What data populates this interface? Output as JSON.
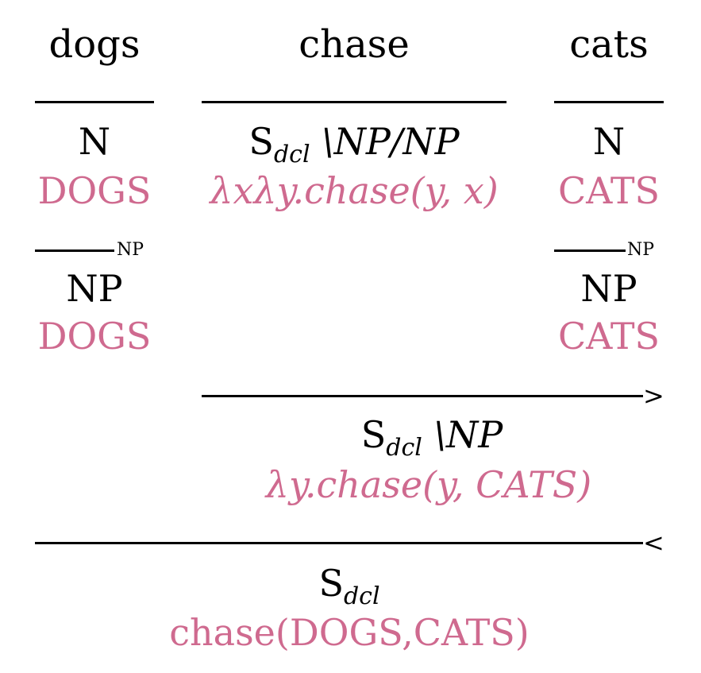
{
  "colors": {
    "semantics": "#cf6a8f",
    "category": "#000000",
    "rule": "#000000"
  },
  "words": {
    "w1": "dogs",
    "w2": "chase",
    "w3": "cats"
  },
  "lex": {
    "dogs": {
      "cat_base": "N",
      "sem": "DOGS"
    },
    "chase": {
      "cat_base": "S",
      "cat_sub": "dcl",
      "cat_rest": " \\NP/NP",
      "sem": "λxλy.chase(y, x)"
    },
    "cats": {
      "cat_base": "N",
      "sem": "CATS"
    }
  },
  "typechange": {
    "label": "NP",
    "dogs": {
      "cat": "NP",
      "sem": "DOGS"
    },
    "cats": {
      "cat": "NP",
      "sem": "CATS"
    }
  },
  "forward": {
    "symbol": ">",
    "cat_base": "S",
    "cat_sub": "dcl",
    "cat_rest": " \\NP",
    "sem": "λy.chase(y, CATS)"
  },
  "backward": {
    "symbol": "<",
    "cat_base": "S",
    "cat_sub": "dcl",
    "sem": "chase(DOGS,CATS)"
  }
}
